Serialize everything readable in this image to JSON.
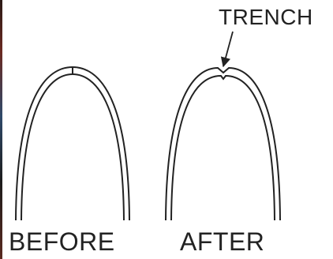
{
  "labels": {
    "before": "BEFORE",
    "after": "AFTER",
    "trench": "TRENCH"
  },
  "colors": {
    "stroke": "#222222",
    "background": "#ffffff"
  }
}
